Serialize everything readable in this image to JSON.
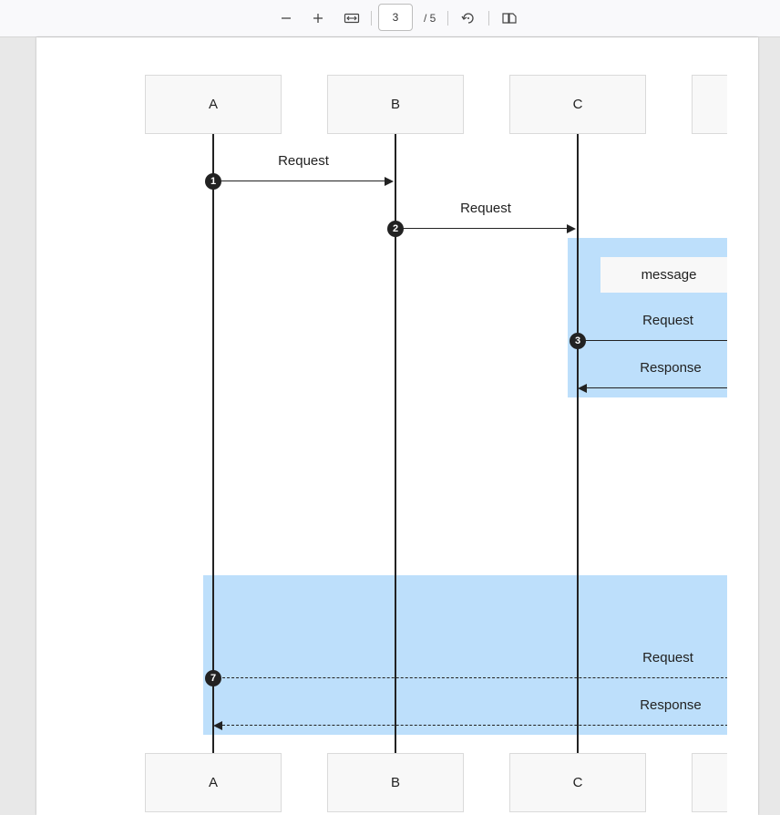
{
  "toolbar": {
    "zoom_out_icon": "minus-icon",
    "zoom_in_icon": "plus-icon",
    "fit_icon": "fit-width-icon",
    "page_current": "3",
    "page_total": "/ 5",
    "rotate_icon": "rotate-icon",
    "spread_icon": "page-spread-icon"
  },
  "diagram": {
    "participants_top": [
      "A",
      "B",
      "C",
      ""
    ],
    "participants_bottom": [
      "A",
      "B",
      "C",
      ""
    ],
    "messages": [
      {
        "num": "1",
        "label": "Request"
      },
      {
        "num": "2",
        "label": "Request"
      },
      {
        "num": "3",
        "label": "Request"
      },
      {
        "num": "",
        "label": "Response"
      },
      {
        "num": "7",
        "label": "Request"
      },
      {
        "num": "",
        "label": "Response"
      }
    ],
    "note": "message",
    "colors": {
      "block_fill": "#bddffb",
      "line": "#222222"
    }
  }
}
